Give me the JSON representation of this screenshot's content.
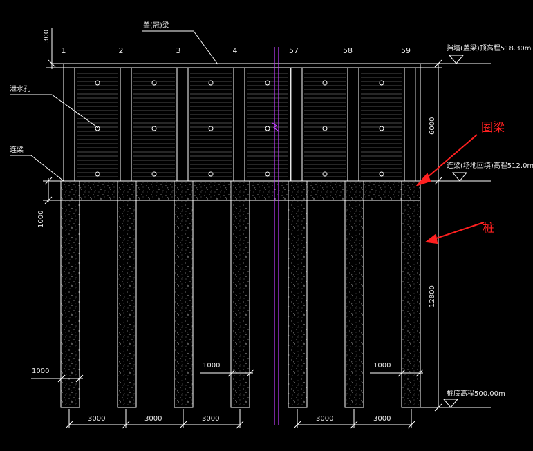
{
  "drawing": {
    "column_labels": [
      "1",
      "2",
      "3",
      "4",
      "57",
      "58",
      "59"
    ],
    "top_labels": {
      "cap_beam": "盖(冠)梁",
      "wall_top_elevation": "挡墙(盖梁)顶高程518.30m",
      "drain_hole": "泄水孔",
      "tie_beam": "连梁",
      "tie_beam_elevation": "连梁(场地回填)高程512.0m",
      "pile_bottom_elevation": "桩底高程500.00m"
    },
    "dimensions": {
      "cap_height": "300",
      "wall_height": "6000",
      "beam_height": "1000",
      "pile_length": "12800",
      "pile_width_labels": [
        "1000",
        "1000",
        "1000"
      ],
      "spacing_labels": [
        "3000",
        "3000",
        "3000",
        "3000",
        "3000"
      ]
    },
    "annotations": {
      "ring_beam": "圈梁",
      "pile": "桩"
    },
    "colors": {
      "background": "#000000",
      "line": "#ffffff",
      "break_line": "#c040ff",
      "annotation": "#ff2020"
    }
  }
}
